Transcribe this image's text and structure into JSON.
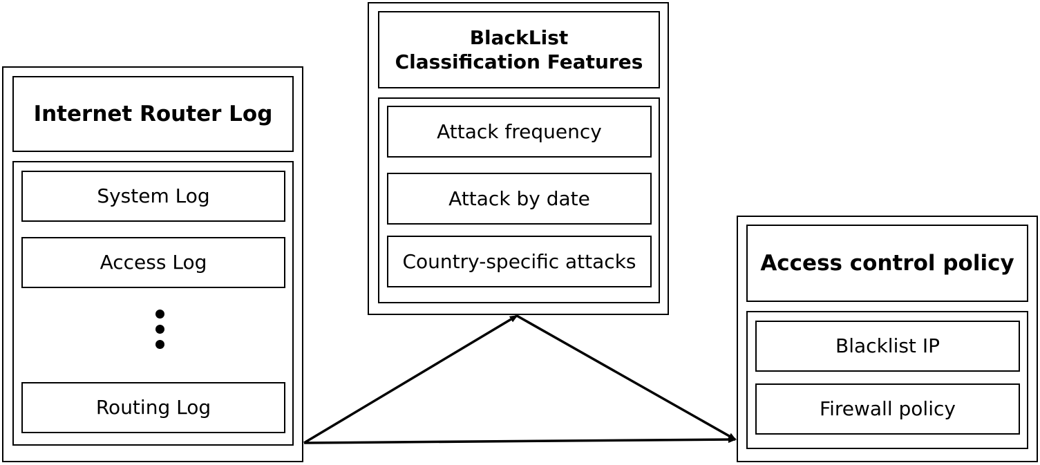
{
  "router_log": {
    "title": "Internet Router Log",
    "items": [
      "System Log",
      "Access Log",
      "Routing Log"
    ]
  },
  "blacklist": {
    "title_line1": "BlackList",
    "title_line2": "Classification Features",
    "items": [
      "Attack frequency",
      "Attack by date",
      "Country-specific attacks"
    ]
  },
  "access_policy": {
    "title": "Access control policy",
    "items": [
      "Blacklist IP",
      "Firewall policy"
    ]
  },
  "colors": {
    "line": "#000000",
    "background": "#ffffff"
  }
}
